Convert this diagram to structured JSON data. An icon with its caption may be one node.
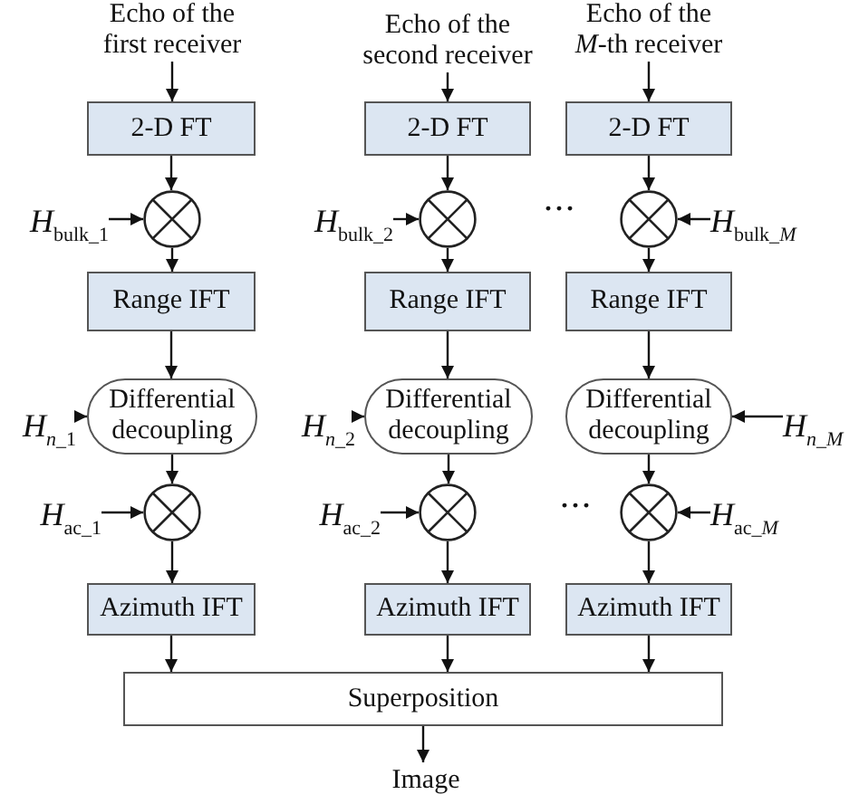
{
  "diagram": {
    "nodes": [
      {
        "text": [
          "Echo of the first receiver"
        ]
      },
      {
        "text": [
          "Echo of the second receiver"
        ]
      },
      {
        "text": [
          "Echo of the *M*-th receiver"
        ]
      },
      {
        "text": [
          "2-D FT"
        ]
      },
      {
        "text": [
          "2-D FT"
        ]
      },
      {
        "text": [
          "2-D FT"
        ]
      },
      {
        "text": [
          "*H*$_{bulk_1}$"
        ]
      },
      {
        "text": [],
        "shape": "circle"
      },
      {
        "text": [
          "*H*$_{bulk_2}$"
        ]
      },
      {
        "text": [],
        "shape": "circle"
      },
      {
        "text": [],
        "shape": "circle"
      },
      {
        "text": [
          "*H*$_{bulk_}$*$_{M}$*"
        ]
      },
      {
        "text": [
          "Range IFT"
        ]
      },
      {
        "text": [
          "Range IFT"
        ]
      },
      {
        "text": [
          "Range IFT"
        ]
      },
      {
        "text": [
          "*H$_{n}$*$_{_1}$"
        ]
      },
      {
        "text": [
          "Differential decoupling"
        ]
      },
      {
        "text": [
          "*H$_{n}$*$_{_2}$"
        ]
      },
      {
        "text": [
          "Differential decoupling"
        ]
      },
      {
        "text": [
          "Differential decoupling"
        ]
      },
      {
        "text": [
          "*H$_{n}$*$_{_}$*$_{M}$*"
        ]
      },
      {
        "text": [
          "*H*$_{ac_1}$"
        ]
      },
      {
        "text": [],
        "shape": "circle"
      },
      {
        "text": [
          "*H*$_{ac_2}$"
        ]
      },
      {
        "text": [],
        "shape": "circle"
      },
      {
        "text": [],
        "shape": "circle"
      },
      {
        "text": [
          "*H*$_{ac_}$*$_{M}$*"
        ]
      },
      {
        "text": [
          "Azimuth IFT"
        ]
      },
      {
        "text": [
          "Azimuth IFT"
        ]
      },
      {
        "text": [
          "Azimuth IFT"
        ]
      },
      {
        "text": [
          "Superposition"
        ]
      },
      {
        "text": [
          "Image"
        ]
      }
    ],
    "edges": [
      {
        "from": 0,
        "to": 3,
        "arrow": "to"
      },
      {
        "from": 1,
        "to": 4,
        "arrow": "to"
      },
      {
        "from": 2,
        "to": 5,
        "arrow": "to"
      },
      {
        "from": 3,
        "to": 7,
        "arrow": "to"
      },
      {
        "from": 4,
        "to": 9,
        "arrow": "to"
      },
      {
        "from": 5,
        "to": 10,
        "arrow": "to"
      },
      {
        "from": 6,
        "to": 7,
        "arrow": "to"
      },
      {
        "from": 8,
        "to": 9,
        "arrow": "to"
      },
      {
        "from": 11,
        "to": 10,
        "arrow": "to"
      },
      {
        "from": 7,
        "to": 12,
        "arrow": "to"
      },
      {
        "from": 9,
        "to": 13,
        "arrow": "to"
      },
      {
        "from": 10,
        "to": 14,
        "arrow": "to"
      },
      {
        "from": 12,
        "to": 16,
        "arrow": "to"
      },
      {
        "from": 13,
        "to": 18,
        "arrow": "to"
      },
      {
        "from": 14,
        "to": 19,
        "arrow": "to"
      },
      {
        "from": 15,
        "to": 16,
        "arrow": "to"
      },
      {
        "from": 17,
        "to": 18,
        "arrow": "to"
      },
      {
        "from": 20,
        "to": 19,
        "arrow": "to"
      },
      {
        "from": 16,
        "to": 22,
        "arrow": "to"
      },
      {
        "from": 18,
        "to": 24,
        "arrow": "to"
      },
      {
        "from": 19,
        "to": 25,
        "arrow": "to"
      },
      {
        "from": 21,
        "to": 22,
        "arrow": "to"
      },
      {
        "from": 23,
        "to": 24,
        "arrow": "to"
      },
      {
        "from": 26,
        "to": 25,
        "arrow": "to"
      },
      {
        "from": 22,
        "to": 27,
        "arrow": "to"
      },
      {
        "from": 24,
        "to": 28,
        "arrow": "to"
      },
      {
        "from": 25,
        "to": 29,
        "arrow": "to"
      },
      {
        "from": 27,
        "to": 30,
        "arrow": "to"
      },
      {
        "from": 28,
        "to": 30,
        "arrow": "to"
      },
      {
        "from": 29,
        "to": 30,
        "arrow": "to"
      },
      {
        "from": 30,
        "to": 31,
        "arrow": "to"
      }
    ],
    "labels": [
      "···",
      "···"
    ]
  }
}
